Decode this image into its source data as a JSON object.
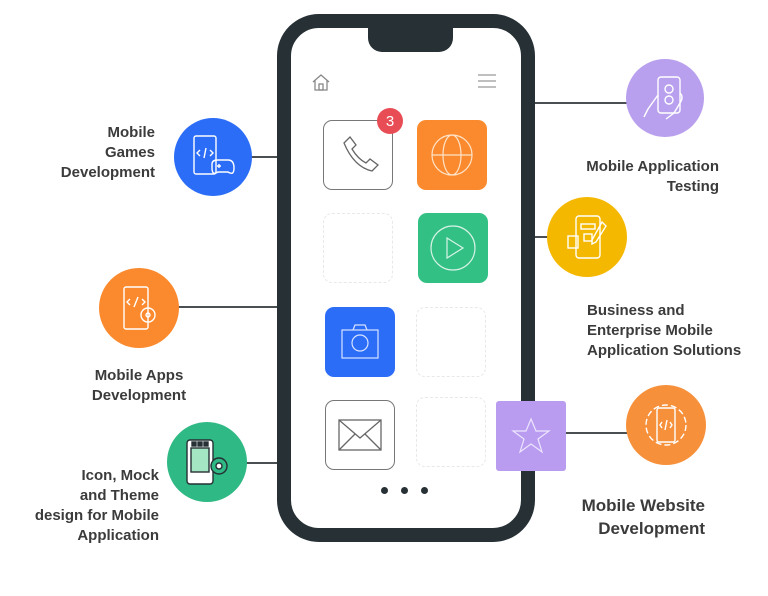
{
  "phone": {
    "badge_count": "3"
  },
  "services": [
    {
      "label": "Mobile Games Development",
      "lines": [
        "Mobile",
        "Games",
        "Development"
      ],
      "color": "#2b6df7"
    },
    {
      "label": "Mobile Apps Development",
      "lines": [
        "Mobile Apps",
        "Development"
      ],
      "color": "#fb8a2e"
    },
    {
      "label": "Icon, Mock and Theme design for Mobile Application",
      "lines": [
        "Icon, Mock",
        "and Theme",
        "design for Mobile",
        "Application"
      ],
      "color": "#2fb985"
    },
    {
      "label": "Mobile Application Testing",
      "lines": [
        "Mobile Application",
        "Testing"
      ],
      "color": "#b9a0ee"
    },
    {
      "label": "Business and Enterprise Mobile Application Solutions",
      "lines": [
        "Business and",
        "Enterprise Mobile",
        "Application Solutions"
      ],
      "color": "#f5b800"
    },
    {
      "label": "Mobile Website Development",
      "lines": [
        "Mobile Website",
        "Development"
      ],
      "color": "#f6903a"
    }
  ]
}
